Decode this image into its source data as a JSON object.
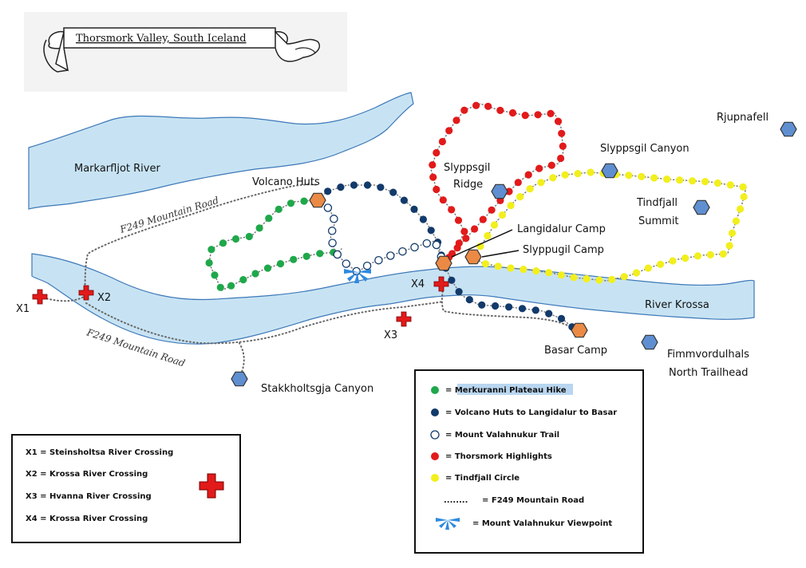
{
  "title": "Thorsmork Valley, South Iceland",
  "places": {
    "markarfljot": "Markarfljot River",
    "volcano_huts": "Volcano Huts",
    "slyppsgil_ridge_1": "Slyppsgil",
    "slyppsgil_ridge_2": "Ridge",
    "slyppsgil_canyon": "Slyppsgil Canyon",
    "rjupnafell": "Rjupnafell",
    "tindfjall_1": "Tindfjall",
    "tindfjall_2": "Summit",
    "langidalur": "Langidalur Camp",
    "slyppugil": "Slyppugil Camp",
    "river_krossa": "River Krossa",
    "basar": "Basar Camp",
    "fimm_1": "Fimmvordulhals",
    "fimm_2": "North Trailhead",
    "stakkholtsgja": "Stakkholtsgja Canyon",
    "road_1": "F249 Mountain Road",
    "road_2": "F249 Mountain Road"
  },
  "crossings": {
    "x1": "X1",
    "x2": "X2",
    "x3": "X3",
    "x4": "X4"
  },
  "crossing_legend": [
    "X1 = Steinsholtsa River Crossing",
    "X2 = Krossa River Crossing",
    "X3 = Hvanna River Crossing",
    "X4 = Krossa River Crossing"
  ],
  "trail_legend": {
    "green": "= Merkuranni Plateau Hike",
    "navy": "= Volcano Huts to Langidalur to Basar",
    "open": "= Mount Valahnukur Trail",
    "red": "= Thorsmork Highlights",
    "yellow": "= Tindfjall Circle",
    "road_sample": "........",
    "road": "= F249 Mountain Road",
    "viewpoint": "= Mount Valahnukur Viewpoint"
  },
  "colors": {
    "water": "#c7e3f3",
    "water_edge": "#3d78b8",
    "green": "#1fa84a",
    "navy": "#123a6b",
    "red": "#e21a1a",
    "yellow": "#f2ef1d",
    "hex_blue": "#5f8fd0",
    "hex_orange": "#ea8a45",
    "cross": "#e21a1a",
    "highlight": "#b9d6f0"
  }
}
